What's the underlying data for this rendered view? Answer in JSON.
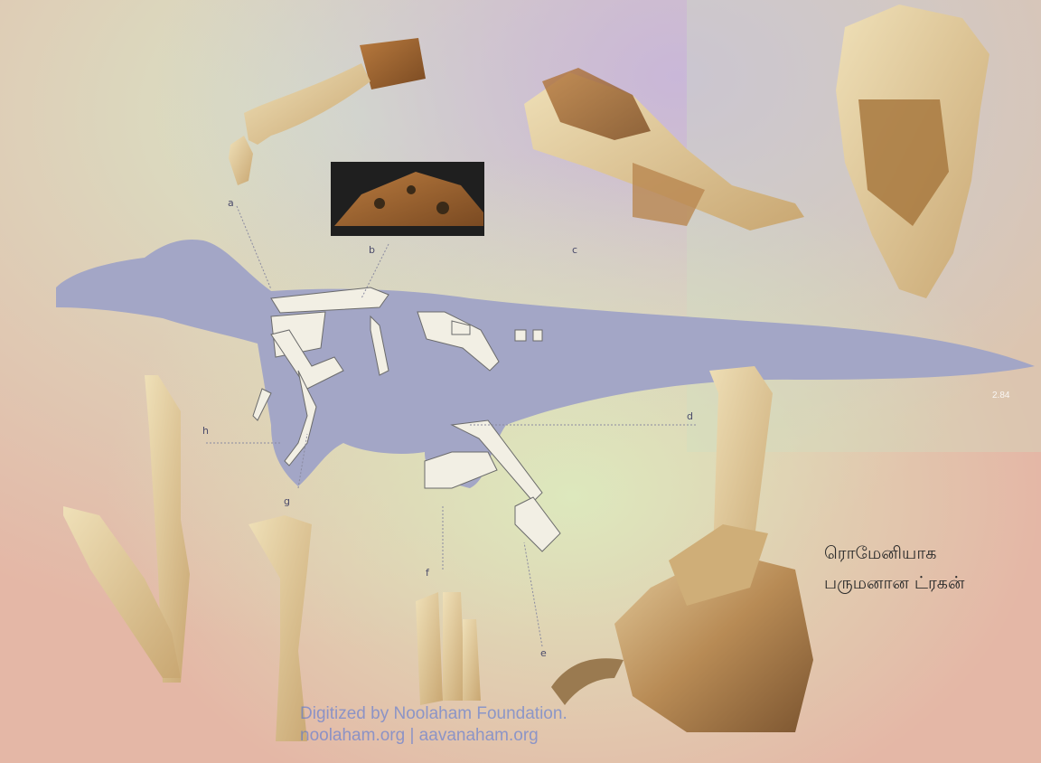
{
  "labels": {
    "a": "a",
    "b": "b",
    "c": "c",
    "d": "d",
    "e": "e",
    "f": "f",
    "g": "g",
    "h": "h"
  },
  "caption": {
    "line1": "ரொமேனியாக",
    "line2": "பருமனான ட்ரகன்"
  },
  "watermark": {
    "line1": "Digitized by Noolaham Foundation.",
    "line2": "noolaham.org | aavanaham.org"
  },
  "page_code": "2.84",
  "colors": {
    "silhouette": "#a3a6c6",
    "bone": "#e8d7ad",
    "rock": "#a8652e"
  }
}
